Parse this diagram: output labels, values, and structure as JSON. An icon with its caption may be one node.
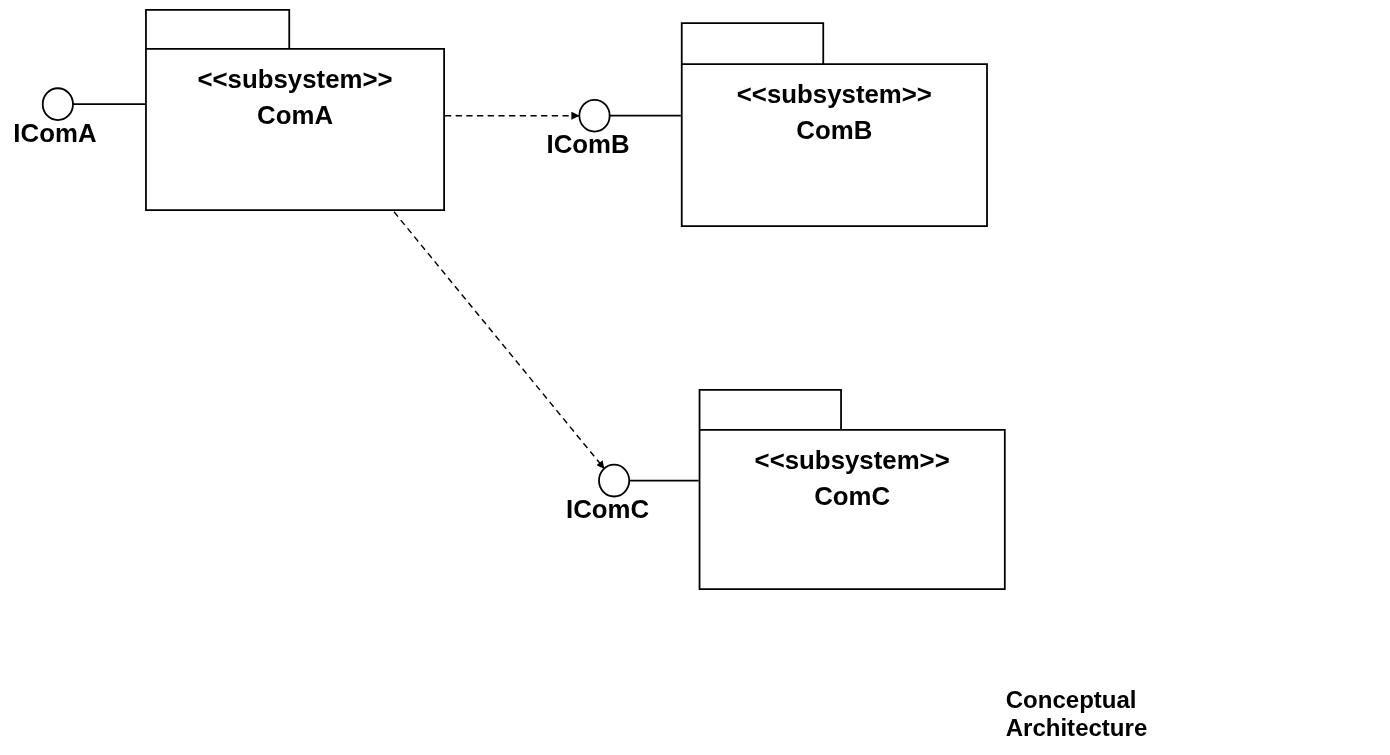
{
  "diagram": {
    "nodes": [
      {
        "text": [
          "<<subsystem>>",
          "ComA"
        ]
      },
      {
        "text": [
          "<<subsystem>>",
          "ComB"
        ]
      },
      {
        "text": [
          "<<subsystem>>",
          "ComC"
        ]
      },
      {
        "text": [],
        "shape": "circle",
        "beside": [
          "IComA"
        ]
      },
      {
        "text": [],
        "shape": "circle",
        "beside": [
          "IComB"
        ]
      },
      {
        "text": [],
        "shape": "circle",
        "beside": [
          "IComC"
        ]
      }
    ],
    "edges": [
      {
        "from": 3,
        "to": 0,
        "arrow": "none"
      },
      {
        "from": 4,
        "to": 1,
        "arrow": "none"
      },
      {
        "from": 5,
        "to": 2,
        "arrow": "none"
      },
      {
        "from": 0,
        "to": 4,
        "arrow": "to",
        "style": "dashed"
      },
      {
        "from": 0,
        "to": 5,
        "arrow": "to",
        "style": "dashed"
      }
    ],
    "labels": [
      "Conceptual Architecture"
    ]
  }
}
